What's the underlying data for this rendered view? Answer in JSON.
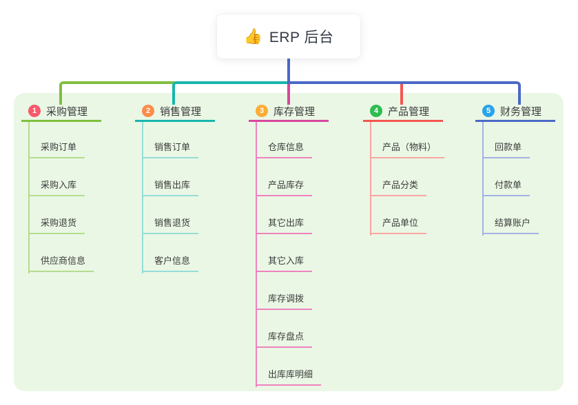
{
  "root": {
    "icon": "thumbs-up-icon",
    "emoji": "👍",
    "label": "ERP 后台"
  },
  "colors": {
    "panel_bg": "#eaf7e5",
    "root_connector": "#4a69c6",
    "text_dark": "#333a45"
  },
  "branches": [
    {
      "num": "1",
      "title": "采购管理",
      "badge_color": "#f8596b",
      "line_color": "#7fbf3f",
      "child_line_color": "#b4dc8e",
      "children": [
        "采购订单",
        "采购入库",
        "采购退货",
        "供应商信息"
      ]
    },
    {
      "num": "2",
      "title": "销售管理",
      "badge_color": "#fa8c4b",
      "line_color": "#17b6ae",
      "child_line_color": "#96dcd8",
      "children": [
        "销售订单",
        "销售出库",
        "销售退货",
        "客户信息"
      ]
    },
    {
      "num": "3",
      "title": "库存管理",
      "badge_color": "#fbad35",
      "line_color": "#d6479e",
      "child_line_color": "#ef82bf",
      "children": [
        "仓库信息",
        "产品库存",
        "其它出库",
        "其它入库",
        "库存调拨",
        "库存盘点",
        "出库库明细"
      ]
    },
    {
      "num": "4",
      "title": "产品管理",
      "badge_color": "#2ebd50",
      "line_color": "#f4564f",
      "child_line_color": "#f9a5a2",
      "children": [
        "产品（物料）",
        "产品分类",
        "产品单位"
      ]
    },
    {
      "num": "5",
      "title": "财务管理",
      "badge_color": "#29a4e9",
      "line_color": "#4a69c6",
      "child_line_color": "#a3b2e3",
      "children": [
        "回款单",
        "付款单",
        "结算账户"
      ]
    }
  ]
}
